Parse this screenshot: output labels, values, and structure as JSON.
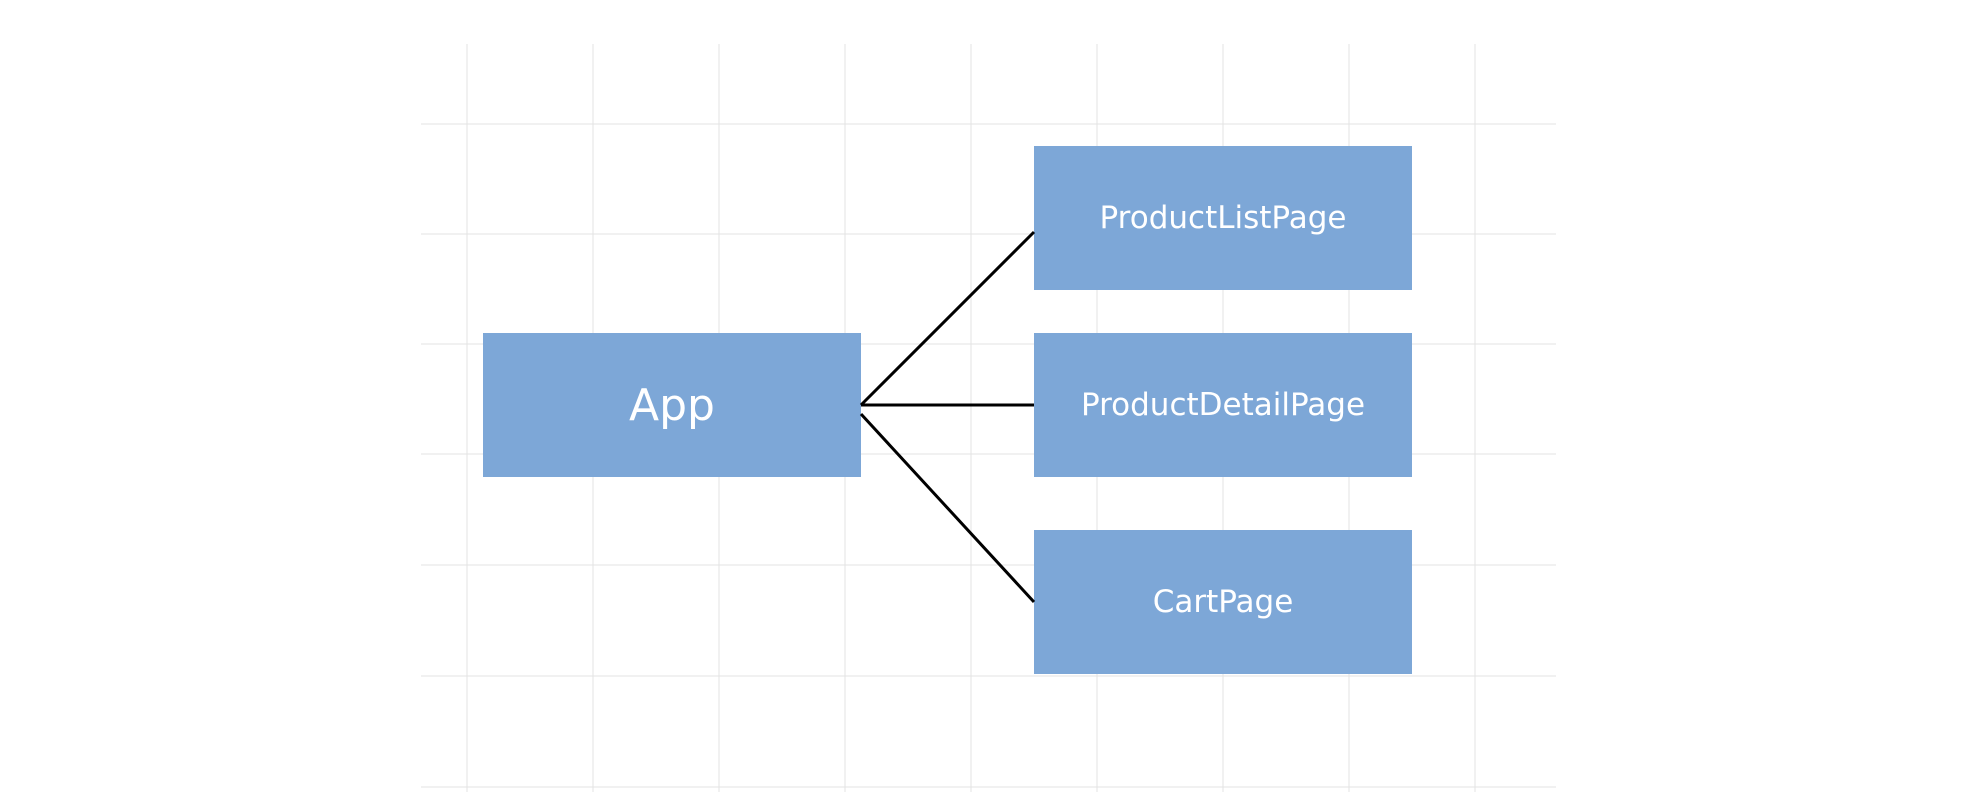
{
  "diagram": {
    "colors": {
      "node_fill": "#7da7d7",
      "node_text": "#ffffff",
      "edge": "#000000",
      "grid": "#e3e3e3",
      "background": "#ffffff"
    },
    "nodes": {
      "app": {
        "label": "App"
      },
      "product_list_page": {
        "label": "ProductListPage"
      },
      "product_detail_page": {
        "label": "ProductDetailPage"
      },
      "cart_page": {
        "label": "CartPage"
      }
    },
    "edges": [
      {
        "from": "App",
        "to": "ProductListPage"
      },
      {
        "from": "App",
        "to": "ProductDetailPage"
      },
      {
        "from": "App",
        "to": "CartPage"
      }
    ]
  }
}
